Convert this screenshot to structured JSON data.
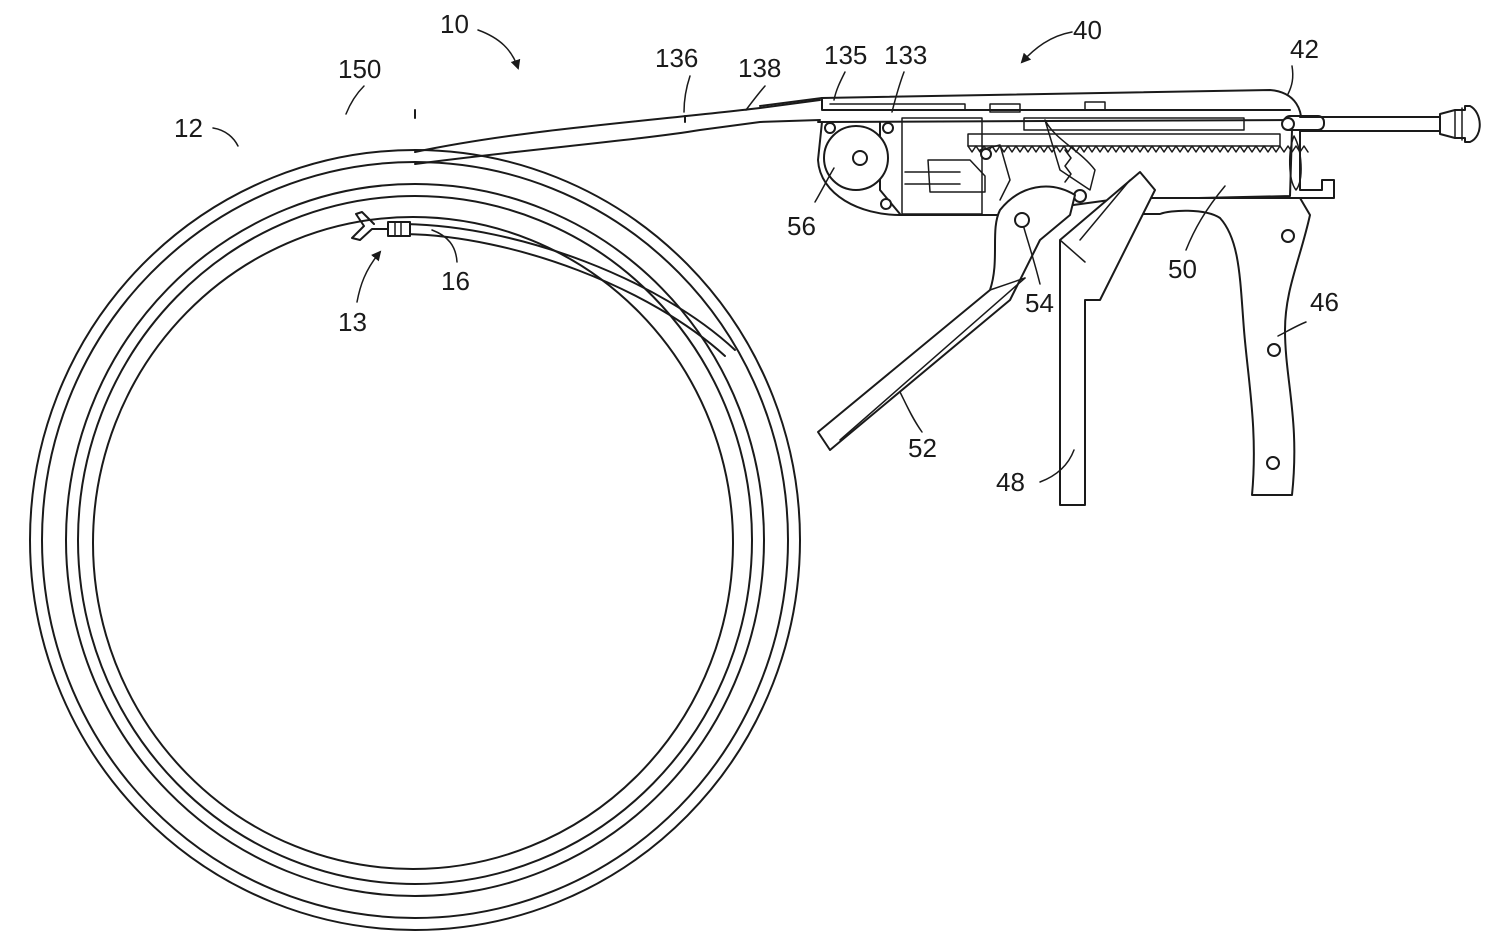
{
  "labels": {
    "l10": "10",
    "l40": "40",
    "l42": "42",
    "l150": "150",
    "l136": "136",
    "l138": "138",
    "l135": "135",
    "l133": "133",
    "l12": "12",
    "l56": "56",
    "l50": "50",
    "l54": "54",
    "l46": "46",
    "l16": "16",
    "l13": "13",
    "l52": "52",
    "l48": "48"
  }
}
